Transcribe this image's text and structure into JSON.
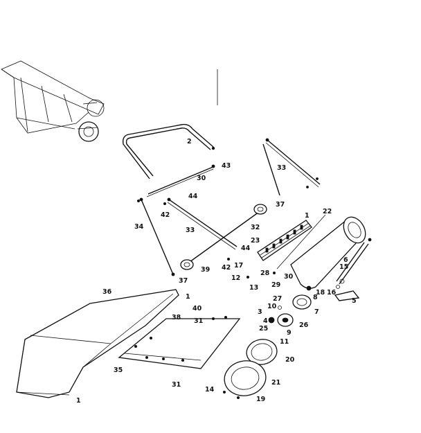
{
  "diagram": {
    "callouts": [
      {
        "id": "c1a",
        "text": "1"
      },
      {
        "id": "c1b",
        "text": "1"
      },
      {
        "id": "c1c",
        "text": "1"
      },
      {
        "id": "c2",
        "text": "2"
      },
      {
        "id": "c3",
        "text": "3"
      },
      {
        "id": "c4",
        "text": "4"
      },
      {
        "id": "c5",
        "text": "5"
      },
      {
        "id": "c6",
        "text": "6"
      },
      {
        "id": "c7",
        "text": "7"
      },
      {
        "id": "c8",
        "text": "8"
      },
      {
        "id": "c9",
        "text": "9"
      },
      {
        "id": "c10",
        "text": "10"
      },
      {
        "id": "c11",
        "text": "11"
      },
      {
        "id": "c12",
        "text": "12"
      },
      {
        "id": "c13",
        "text": "13"
      },
      {
        "id": "c14",
        "text": "14"
      },
      {
        "id": "c15",
        "text": "15"
      },
      {
        "id": "c16",
        "text": "16"
      },
      {
        "id": "c17",
        "text": "17"
      },
      {
        "id": "c18",
        "text": "18"
      },
      {
        "id": "c19",
        "text": "19"
      },
      {
        "id": "c20",
        "text": "20"
      },
      {
        "id": "c21",
        "text": "21"
      },
      {
        "id": "c22",
        "text": "22"
      },
      {
        "id": "c23",
        "text": "23"
      },
      {
        "id": "c25",
        "text": "25"
      },
      {
        "id": "c26",
        "text": "26"
      },
      {
        "id": "c27",
        "text": "27"
      },
      {
        "id": "c28",
        "text": "28"
      },
      {
        "id": "c29",
        "text": "29"
      },
      {
        "id": "c30a",
        "text": "30"
      },
      {
        "id": "c30b",
        "text": "30"
      },
      {
        "id": "c31a",
        "text": "31"
      },
      {
        "id": "c31b",
        "text": "31"
      },
      {
        "id": "c32",
        "text": "32"
      },
      {
        "id": "c33a",
        "text": "33"
      },
      {
        "id": "c33b",
        "text": "33"
      },
      {
        "id": "c34",
        "text": "34"
      },
      {
        "id": "c35",
        "text": "35"
      },
      {
        "id": "c36",
        "text": "36"
      },
      {
        "id": "c37a",
        "text": "37"
      },
      {
        "id": "c37b",
        "text": "37"
      },
      {
        "id": "c38",
        "text": "38"
      },
      {
        "id": "c39",
        "text": "39"
      },
      {
        "id": "c40",
        "text": "40"
      },
      {
        "id": "c42a",
        "text": "42"
      },
      {
        "id": "c42b",
        "text": "42"
      },
      {
        "id": "c43",
        "text": "43"
      },
      {
        "id": "c44a",
        "text": "44"
      },
      {
        "id": "c44b",
        "text": "44"
      }
    ]
  }
}
